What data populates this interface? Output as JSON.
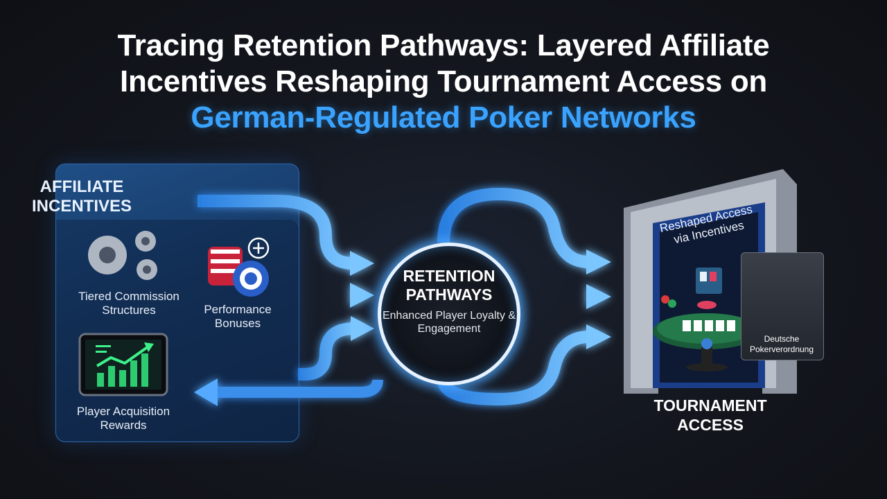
{
  "title": {
    "line1": "Tracing Retention Pathways: Layered Affiliate",
    "line2": "Incentives Reshaping Tournament Access on",
    "line3": "German-Regulated Poker Networks"
  },
  "affiliate": {
    "heading": "AFFILIATE INCENTIVES",
    "items": [
      {
        "label": "Tiered Commission Structures",
        "icon": "gears-icon"
      },
      {
        "label": "Performance Bonuses",
        "icon": "poker-chips-plus-icon"
      },
      {
        "label": "Player Acquisition Rewards",
        "icon": "growth-chart-tablet-icon"
      }
    ]
  },
  "hub": {
    "title": "RETENTION PATHWAYS",
    "subtitle": "Enhanced Player Loyalty & Engagement"
  },
  "tournament": {
    "label": "TOURNAMENT ACCESS",
    "portal_text": "Reshaped Access via Incentives",
    "badge_text": "Deutsche Pokerverordnung",
    "badge_icon": "german-eagle-shield-icon"
  },
  "colors": {
    "accent": "#3aa3ff",
    "panel": "#1f4e86",
    "background": "#13161d"
  }
}
